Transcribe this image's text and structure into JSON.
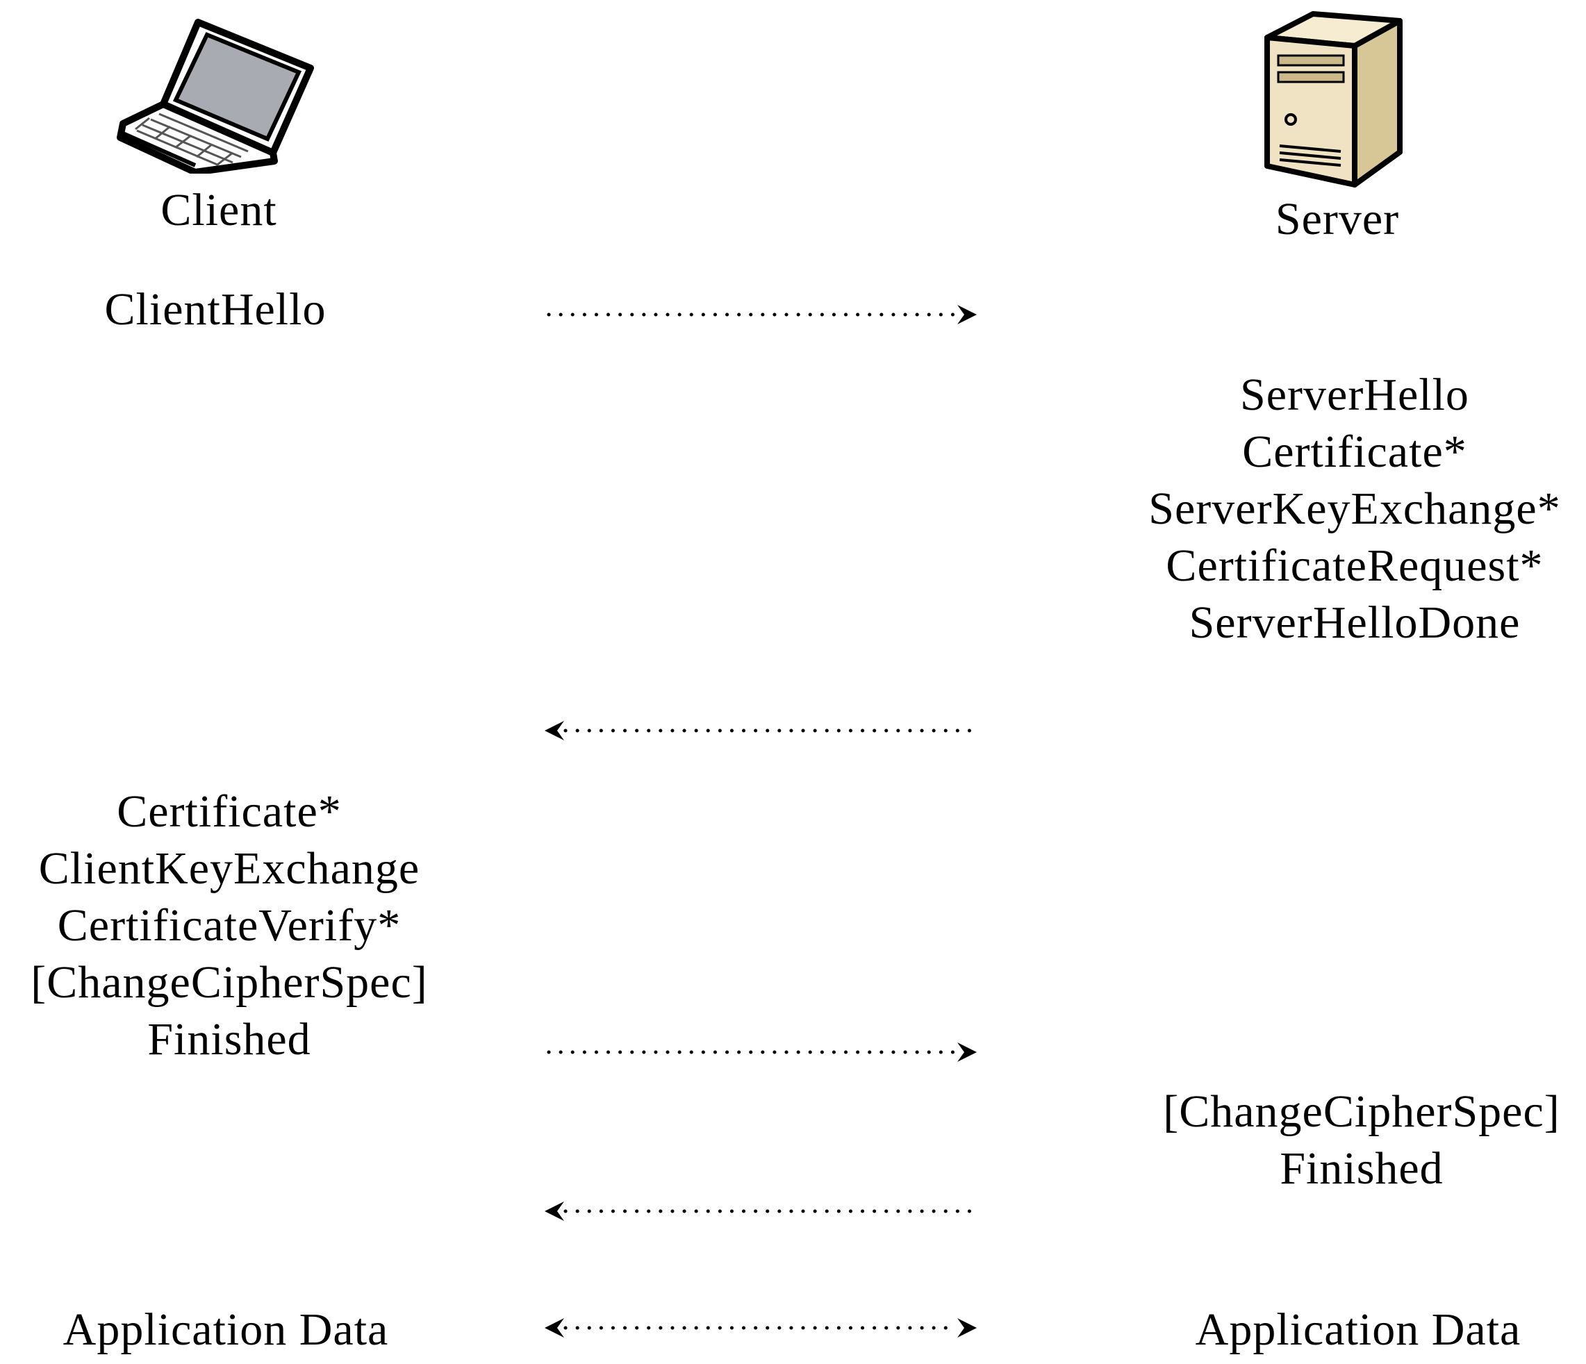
{
  "client": {
    "title": "Client",
    "icon": "laptop-icon"
  },
  "server": {
    "title": "Server",
    "icon": "server-tower-icon"
  },
  "messages": {
    "client_hello": "ClientHello",
    "server_flight": [
      "ServerHello",
      "Certificate*",
      "ServerKeyExchange*",
      "CertificateRequest*",
      "ServerHelloDone"
    ],
    "client_flight": [
      "Certificate*",
      "ClientKeyExchange",
      "CertificateVerify*",
      "[ChangeCipherSpec]",
      "Finished"
    ],
    "server_finish": [
      "[ChangeCipherSpec]",
      "Finished"
    ],
    "client_app_data": "Application Data",
    "server_app_data": "Application Data"
  },
  "arrows": [
    {
      "direction": "right"
    },
    {
      "direction": "left"
    },
    {
      "direction": "right"
    },
    {
      "direction": "left"
    },
    {
      "direction": "both"
    }
  ],
  "colors": {
    "ink": "#000000",
    "screen": "#a9abb3",
    "case": "#efe3c4",
    "case_shadow": "#d8c796"
  }
}
